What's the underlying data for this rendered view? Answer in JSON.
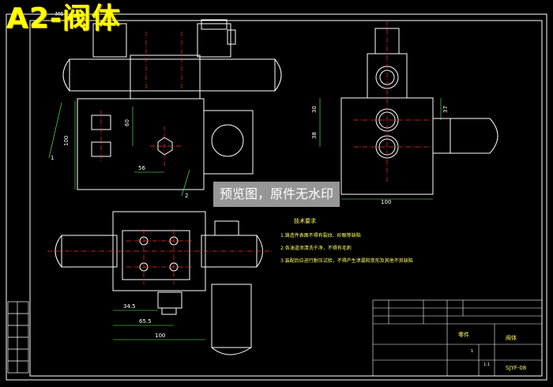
{
  "title": "A2-阀体",
  "watermark": "预览图，原件无水印",
  "colors": {
    "outline": "#ffffff",
    "center": "#ff0000",
    "dimension": "#66ff66",
    "label": "#ffff00",
    "background": "#000000"
  },
  "front_view": {
    "dims": [
      "100",
      "60",
      "56"
    ],
    "leaders": [
      "1",
      "2"
    ],
    "top_label": "M6"
  },
  "side_view": {
    "dims": [
      "30",
      "38",
      "100",
      "37"
    ]
  },
  "top_view": {
    "dims": [
      "34.5",
      "65.5",
      "100"
    ]
  },
  "notes": {
    "heading": "技术要求",
    "items": [
      "1.铸造件表面不得有裂纹、砂眼等缺陷",
      "2.各油道须清洗干净，不得有毛刺",
      "3.装配后应进行耐压试验，不得产生泄漏和变形及其他不良缺陷"
    ]
  },
  "title_block": {
    "part_name": "阀体",
    "drawing_no": "SJYF-08",
    "scale": "1:1",
    "quantity": "1",
    "material": "零件"
  }
}
